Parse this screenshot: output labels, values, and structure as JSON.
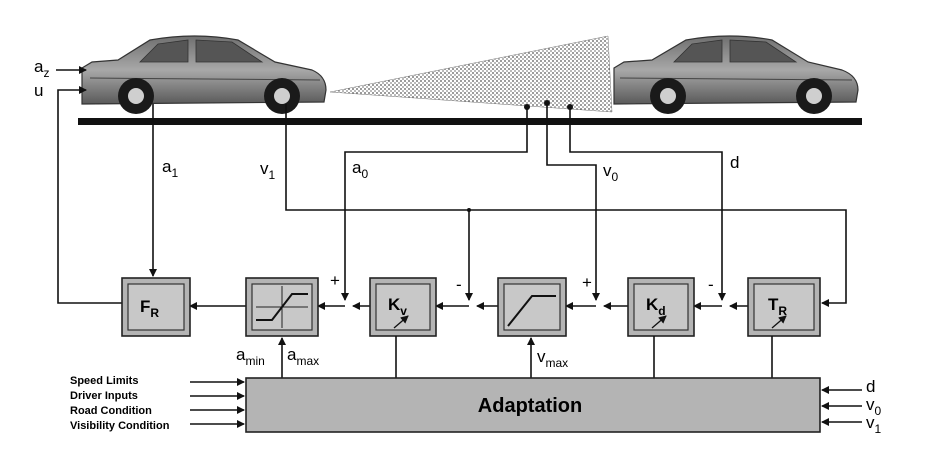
{
  "signals": {
    "a_z": {
      "base": "a",
      "sub": "z"
    },
    "u": {
      "base": "u"
    },
    "a_1": {
      "base": "a",
      "sub": "1"
    },
    "v_1": {
      "base": "v",
      "sub": "1"
    },
    "a_0": {
      "base": "a",
      "sub": "0"
    },
    "v_0": {
      "base": "v",
      "sub": "0"
    },
    "d": {
      "base": "d"
    },
    "a_min": {
      "base": "a",
      "sub": "min"
    },
    "a_max": {
      "base": "a",
      "sub": "max"
    },
    "v_max": {
      "base": "v",
      "sub": "max"
    }
  },
  "blocks": {
    "fr": {
      "base": "F",
      "sub": "R"
    },
    "kv": {
      "base": "K",
      "sub": "v"
    },
    "kd": {
      "base": "K",
      "sub": "d"
    },
    "tr": {
      "base": "T",
      "sub": "R"
    }
  },
  "signs": {
    "plus": "+",
    "minus": "-"
  },
  "adaptation": {
    "title": "Adaptation",
    "inputs_left": [
      "Speed Limits",
      "Driver Inputs",
      "Road Condition",
      "Visibility Condition"
    ],
    "inputs_right": [
      {
        "base": "d"
      },
      {
        "base": "v",
        "sub": "0"
      },
      {
        "base": "v",
        "sub": "1"
      }
    ]
  },
  "colors": {
    "block_fill": "#b4b4b4",
    "road": "#111111",
    "car_body": "#8a8a8a"
  }
}
